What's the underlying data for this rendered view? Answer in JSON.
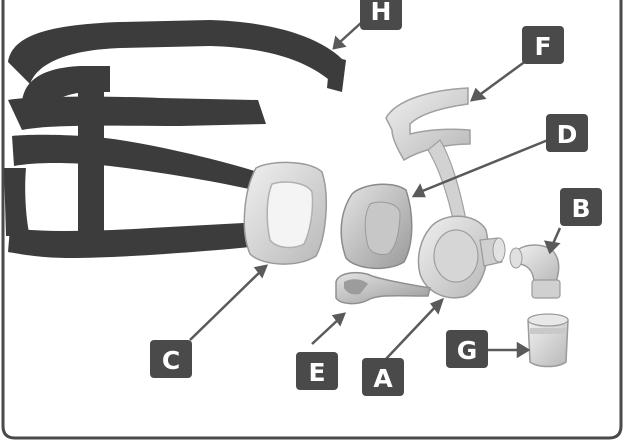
{
  "colors": {
    "label_box": "#4a4a4a",
    "label_text": "#ffffff",
    "pointer": "#5a5a5a",
    "headgear": "#3c3c3c",
    "part_light": "#dcdcdc",
    "part_mid": "#bdbdbd",
    "part_dark": "#8f8f8f",
    "frame_border": "#4a4a4a"
  },
  "labels": {
    "a": "A",
    "b": "B",
    "c": "C",
    "d": "D",
    "e": "E",
    "f": "F",
    "g": "G",
    "h": "H"
  },
  "parts": {
    "a": "cushion-frame",
    "b": "elbow-connector",
    "c": "cushion",
    "d": "cushion-clip",
    "e": "headgear-clip",
    "f": "forehead-frame",
    "g": "swivel",
    "h": "headgear"
  }
}
